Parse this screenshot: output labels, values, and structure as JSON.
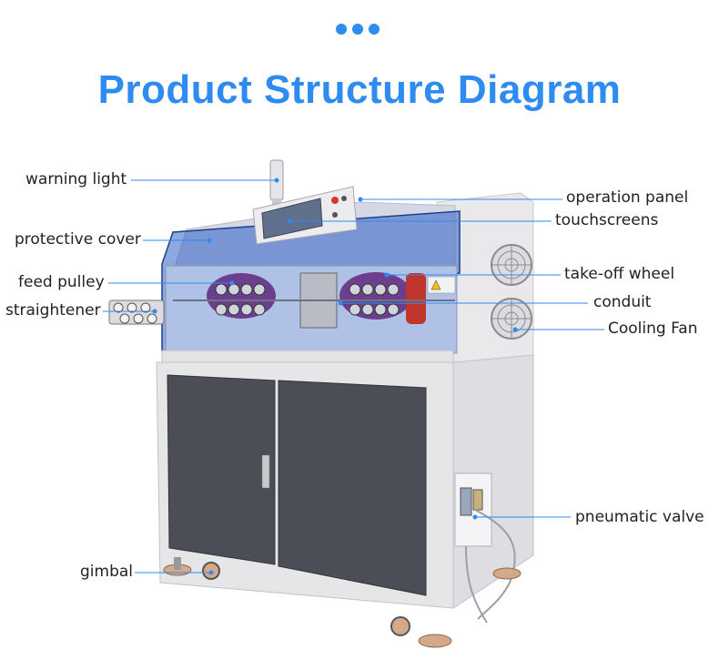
{
  "title": "Product Structure Diagram",
  "labels": {
    "warning_light": "warning light",
    "protective_cover": "protective cover",
    "feed_pulley": "feed pulley",
    "straightener": "straightener",
    "gimbal": "gimbal",
    "operation_panel": "operation panel",
    "touchscreens": "touchscreens",
    "take_off_wheel": "take-off wheel",
    "conduit": "conduit",
    "cooling_fan": "Cooling Fan",
    "pneumatic_valve": "pneumatic valve"
  },
  "colors": {
    "accent": "#2e8bf0",
    "leader_line": "#2e8bf0",
    "machine_body": "#e6e6e8",
    "cabinet_door": "#4b4e57",
    "cover_tint": "#2f5fc4"
  }
}
